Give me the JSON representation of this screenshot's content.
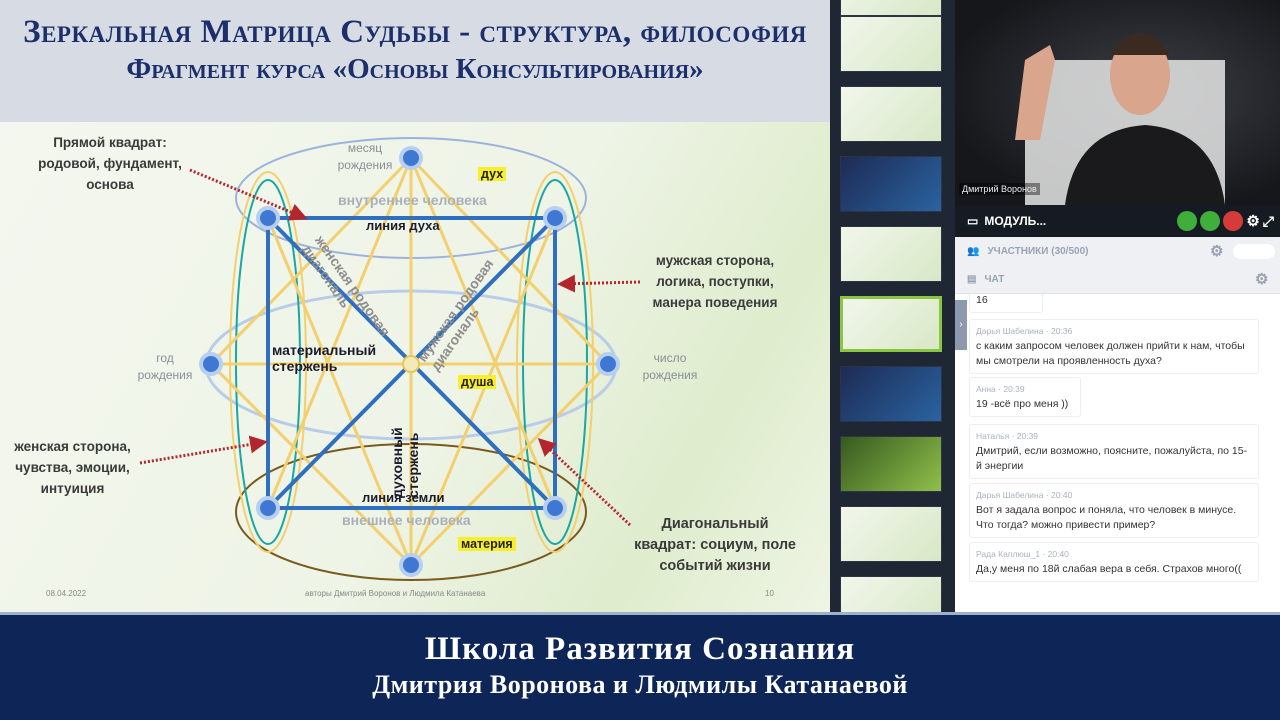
{
  "header": {
    "title": "Зеркальная Матрица Судьбы - структура, философия",
    "subtitle": "Фрагмент курса «Основы Консультирования»"
  },
  "slide": {
    "labels": {
      "straight_square": "Прямой квадрат: родовой, фундамент, основа",
      "male_side": "мужская сторона, логика, поступки, манера поведения",
      "female_side": "женская сторона, чувства, эмоции, интуиция",
      "diagonal_square": "Диагональный квадрат: социум, поле событий жизни"
    },
    "points": {
      "month": "месяц рождения",
      "year": "год рождения",
      "number": "число рождения"
    },
    "inner": {
      "spirit_line": "линия духа",
      "earth_line": "линия земли",
      "material_core": "материальный стержень",
      "spiritual_core": "духовный стержень",
      "female_diag": "женская родовая диагональ",
      "male_diag": "мужская родовая диагональ",
      "inner_person": "внутреннее человека",
      "outer_person": "внешнее человека"
    },
    "highlights": {
      "spirit": "дух",
      "soul": "душа",
      "matter": "материя"
    },
    "footer": {
      "date": "08.04.2022",
      "authors": "авторы Дмитрий Воронов и Людмила Катанаева",
      "page": "10"
    },
    "colors": {
      "blue": "#2f6fc0",
      "yellow": "#f3cf6e",
      "brown": "#7a5a1c",
      "teal": "#1aa7a0",
      "arrow": "#b3262e"
    }
  },
  "video": {
    "speaker": "Дмитрий Воронов"
  },
  "controls": {
    "module": "МОДУЛЬ..."
  },
  "participants": {
    "label": "УЧАСТНИКИ (30/500)"
  },
  "chat": {
    "label": "ЧАТ",
    "messages": [
      {
        "author": "",
        "time": "",
        "text": "16"
      },
      {
        "author": "Дарья Шабелина",
        "time": "20:36",
        "text": "с каким запросом человек должен прийти к нам, чтобы мы смотрели на проявленность духа?"
      },
      {
        "author": "Анна",
        "time": "20:39",
        "text": "19 -всё про меня ))"
      },
      {
        "author": "Наталья",
        "time": "20:39",
        "text": "Дмитрий, если возможно, поясните, пожалуйста, по 15-й энергии"
      },
      {
        "author": "Дарья Шабелина",
        "time": "20:40",
        "text": "Вот я задала вопрос и поняла, что человек в минусе. Что тогда? можно привести пример?"
      },
      {
        "author": "Рада Каплюш_1",
        "time": "20:40",
        "text": "Да,у меня по 18й слабая вера в себя. Страхов много(("
      }
    ]
  },
  "banner": {
    "line1": "Школа Развития Сознания",
    "line2": "Дмитрия Воронова и Людмилы Катанаевой"
  }
}
